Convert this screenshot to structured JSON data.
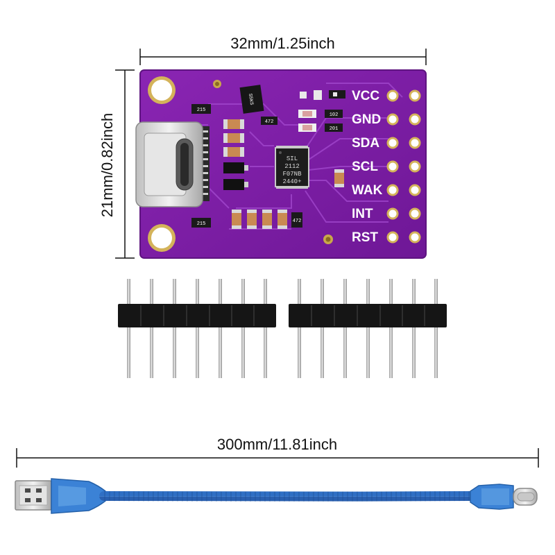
{
  "dimensions": {
    "board_width": "32mm/1.25inch",
    "board_height": "21mm/0.82inch",
    "cable_length": "300mm/11.81inch"
  },
  "pins": [
    "VCC",
    "GND",
    "SDA",
    "SCL",
    "WAK",
    "INT",
    "RST"
  ],
  "chip": {
    "lines": [
      "SIL",
      "2112",
      "F07NB",
      "2440+"
    ]
  },
  "smd_labels": {
    "r1": "215",
    "r2": "215",
    "r3": "472",
    "r4": "102",
    "r5": "472",
    "r6": "201",
    "r7": "472",
    "u1": "S5K5"
  },
  "colors": {
    "pcb": "#7b1fa2",
    "pcb_edge": "#5e1480",
    "cable": "#3b82d6",
    "header_plastic": "#151515",
    "pin_metal": "#c8c8c8"
  }
}
